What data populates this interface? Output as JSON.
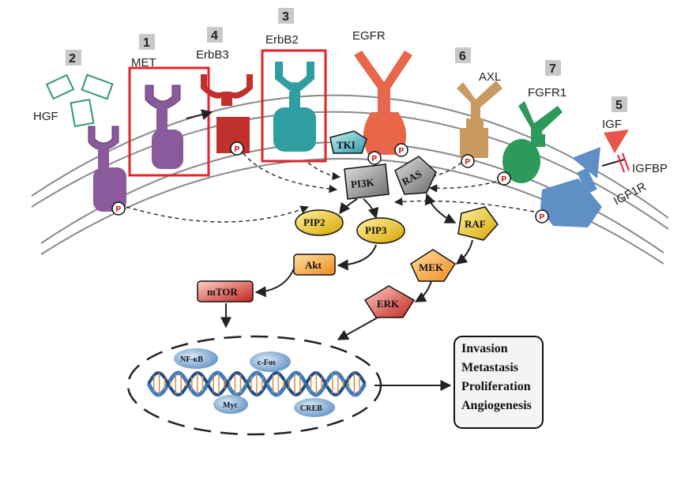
{
  "colors": {
    "met": "#8a5a9c",
    "erbb3": "#c0302c",
    "erbb2": "#2e9ea0",
    "egfr": "#e8664a",
    "axl": "#c89a62",
    "fgfr1": "#2d9a5c",
    "igf1r": "#5f8fc4",
    "igf": "#e8564a",
    "hgf": "#2f9a6a",
    "membrane": "#8a8a8a",
    "highlight": "#e0262b",
    "numbox": "#c8c8c8"
  },
  "receptors": {
    "met": {
      "name": "MET",
      "number": "1"
    },
    "hgf_receptor": {
      "number": "2"
    },
    "erbb2": {
      "name": "ErbB2",
      "number": "3"
    },
    "erbb3": {
      "name": "ErbB3",
      "number": "4"
    },
    "igf1r": {
      "name": "IGF1R",
      "number": "5"
    },
    "axl": {
      "name": "AXL",
      "number": "6"
    },
    "fgfr1": {
      "name": "FGFR1",
      "number": "7"
    },
    "egfr": {
      "name": "EGFR"
    }
  },
  "ligands": {
    "hgf": "HGF",
    "igf": "IGF",
    "igfbp": "IGFBP"
  },
  "phospho_label": "P",
  "nodes": {
    "tk1": "TKI",
    "pi3k": "PI3K",
    "ras": "RAS",
    "pip2": "PIP2",
    "pip3": "PIP3",
    "akt": "Akt",
    "mtor": "mTOR",
    "raf": "RAF",
    "mek": "MEK",
    "erk": "ERK"
  },
  "transcription_factors": [
    "NF-κB",
    "c-Fos",
    "Myc",
    "CREB"
  ],
  "outcomes": [
    "Invasion",
    "Metastasis",
    "Proliferation",
    "Angiogenesis"
  ]
}
